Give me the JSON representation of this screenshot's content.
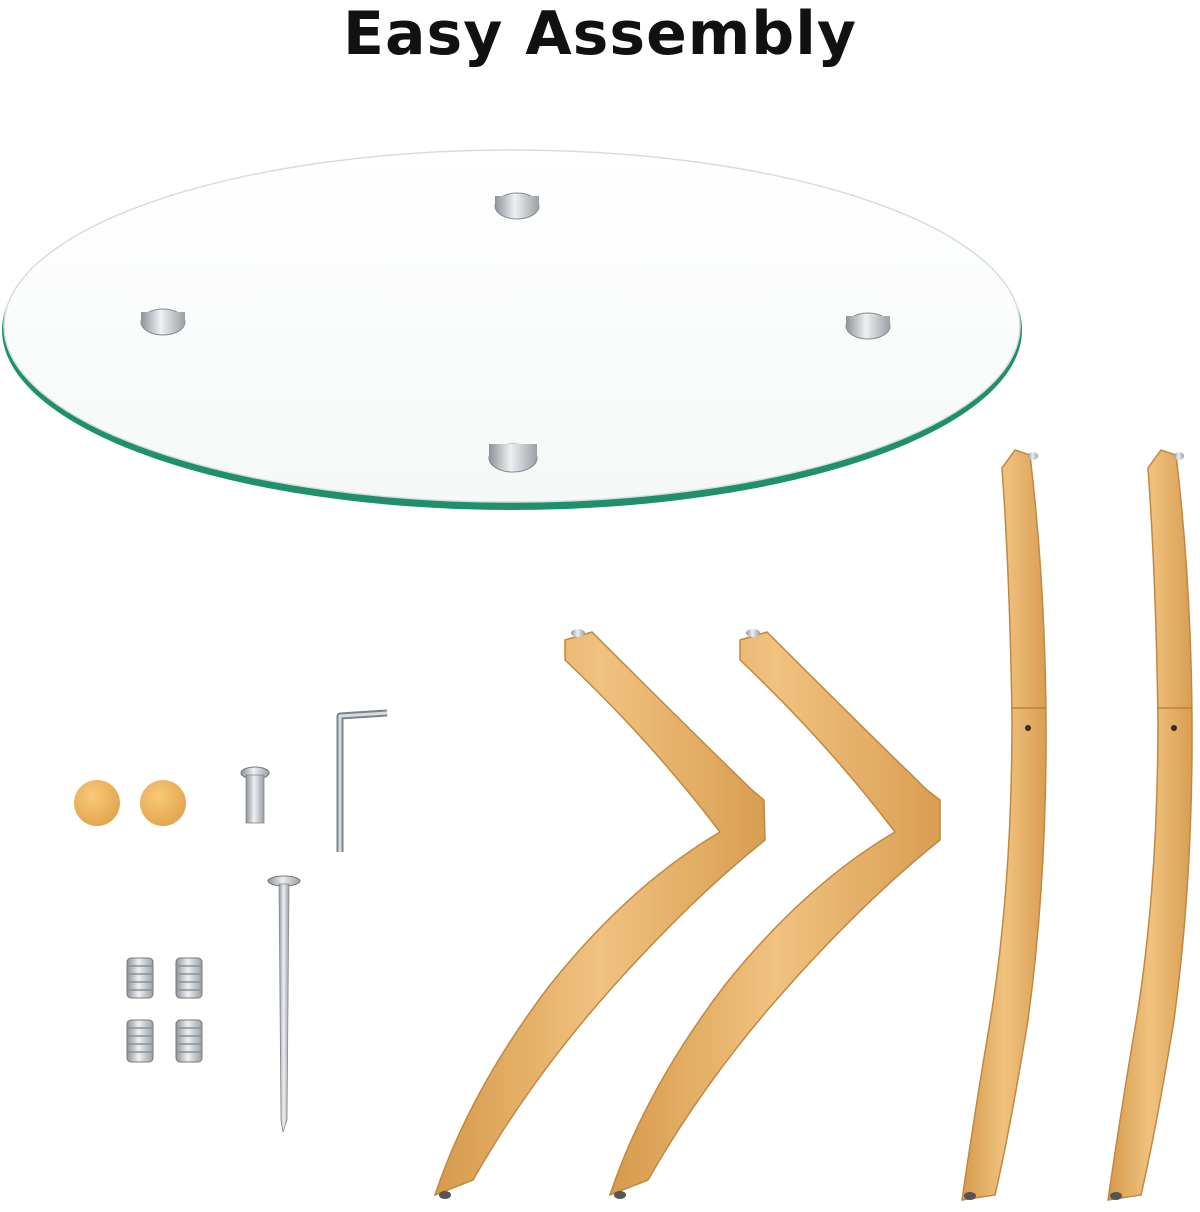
{
  "title": "Easy Assembly",
  "colors": {
    "title_text": "#111111",
    "glass_edge": "#1f8f6e",
    "wood": "#e8b56a",
    "wood_dark": "#c98b3f",
    "metal": "#c8ccd0",
    "cap": "#f0b661"
  },
  "icons": [
    "glass-tabletop",
    "wooden-leg",
    "hex-key",
    "bolt",
    "nail",
    "threaded-insert",
    "leg-cap"
  ]
}
